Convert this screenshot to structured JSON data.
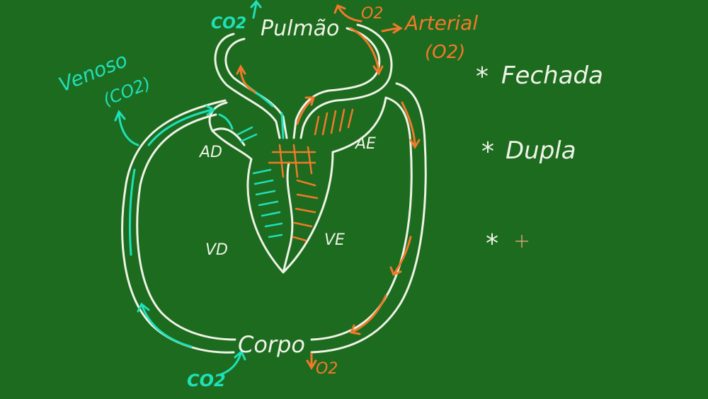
{
  "labels": {
    "pulmao": "Pulmão",
    "corpo": "Corpo",
    "co2_top": "CO2",
    "o2_top": "O2",
    "arterial": "Arterial",
    "arterial_sub": "(O2)",
    "venoso": "Venoso",
    "venoso_sub": "(CO2)",
    "co2_bottom": "CO2",
    "o2_bottom": "O2",
    "ad": "AD",
    "ae": "AE",
    "vd": "VD",
    "ve": "VE"
  },
  "notes": [
    {
      "bullet": "*",
      "text": "Fechada"
    },
    {
      "bullet": "*",
      "text": "Dupla"
    },
    {
      "bullet": "*",
      "text": ""
    }
  ],
  "colors": {
    "board": "#1d6b1f",
    "chalk": "#eef3e6",
    "venous": "#1fe0b8",
    "arterial": "#f07a2a"
  }
}
